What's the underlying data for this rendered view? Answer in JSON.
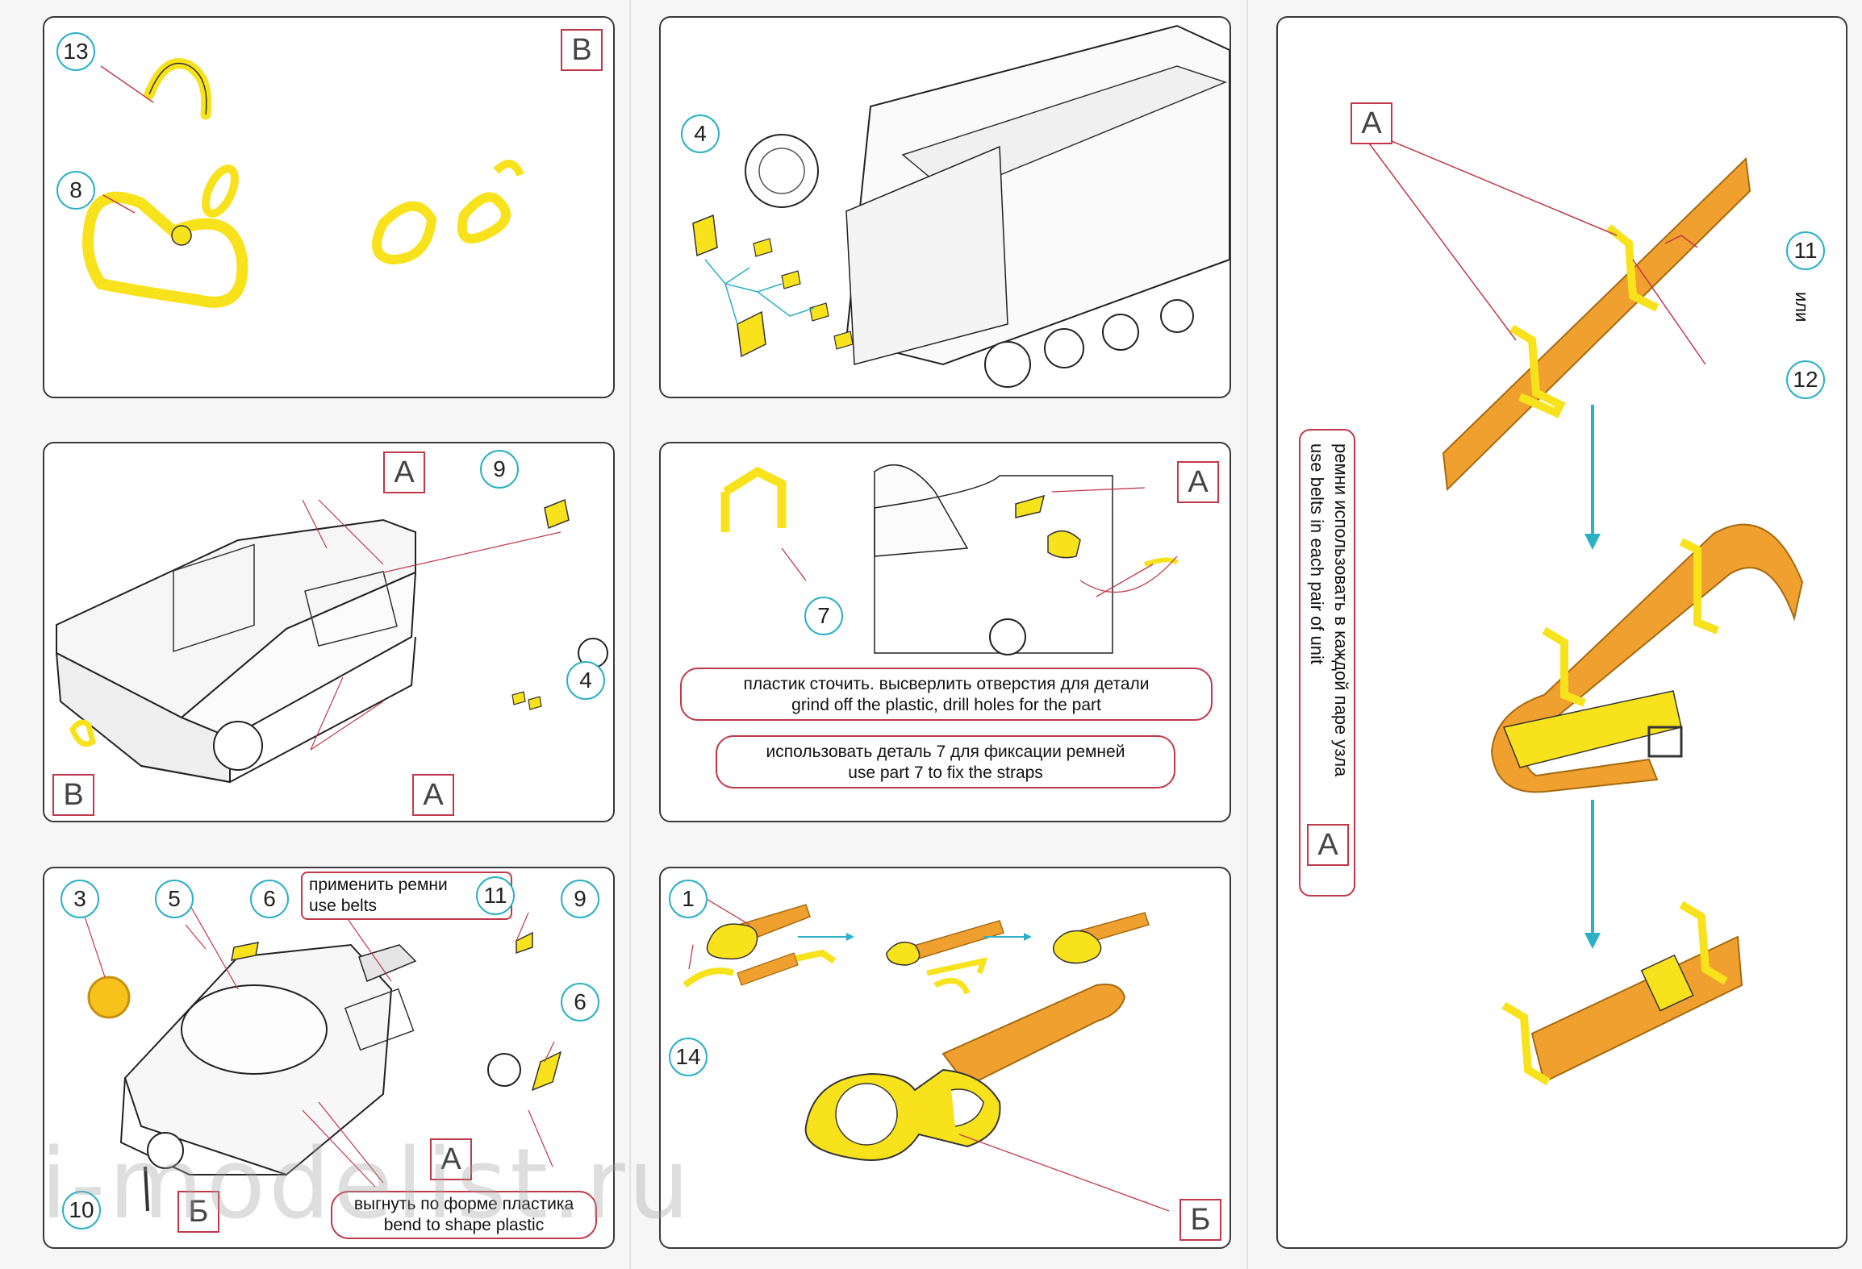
{
  "panels": {
    "p1": {
      "callouts": [
        "13",
        "8"
      ],
      "box": "B"
    },
    "p2": {
      "callouts": [
        "4"
      ]
    },
    "p3": {
      "callouts": [
        "9",
        "4"
      ],
      "boxes": [
        "A",
        "B",
        "A"
      ]
    },
    "p4": {
      "callouts": [
        "7"
      ],
      "box": "A",
      "note1": {
        "ru": "пластик сточить. высверлить отверстия для детали",
        "en": "grind off the plastic, drill holes for the part"
      },
      "note2": {
        "ru": "использовать деталь 7 для фиксации ремней",
        "en": "use part 7 to fix the straps"
      }
    },
    "p5": {
      "callouts": [
        "3",
        "5",
        "6",
        "11",
        "9",
        "6",
        "10"
      ],
      "boxes": [
        "Б",
        "A"
      ],
      "note_belts": {
        "ru": "применить ремни",
        "en": "use belts"
      },
      "note_bend": {
        "ru": "выгнуть по форме пластика",
        "en": "bend to shape plastic"
      }
    },
    "p6": {
      "callouts": [
        "1",
        "14"
      ],
      "box": "Б"
    },
    "p7": {
      "box_top": "A",
      "box_bottom": "A",
      "callouts": [
        "11",
        "12"
      ],
      "or_text": "или",
      "note": {
        "ru": "ремни использовать в каждой паре узла",
        "en": "use belts in each pair of unit"
      }
    }
  },
  "watermark": "i-modelist.ru",
  "colors": {
    "part_yellow": "#f7e21b",
    "strap_orange": "#f0a02e",
    "callout_border": "#2bb0c6",
    "box_border": "#c0394b"
  }
}
